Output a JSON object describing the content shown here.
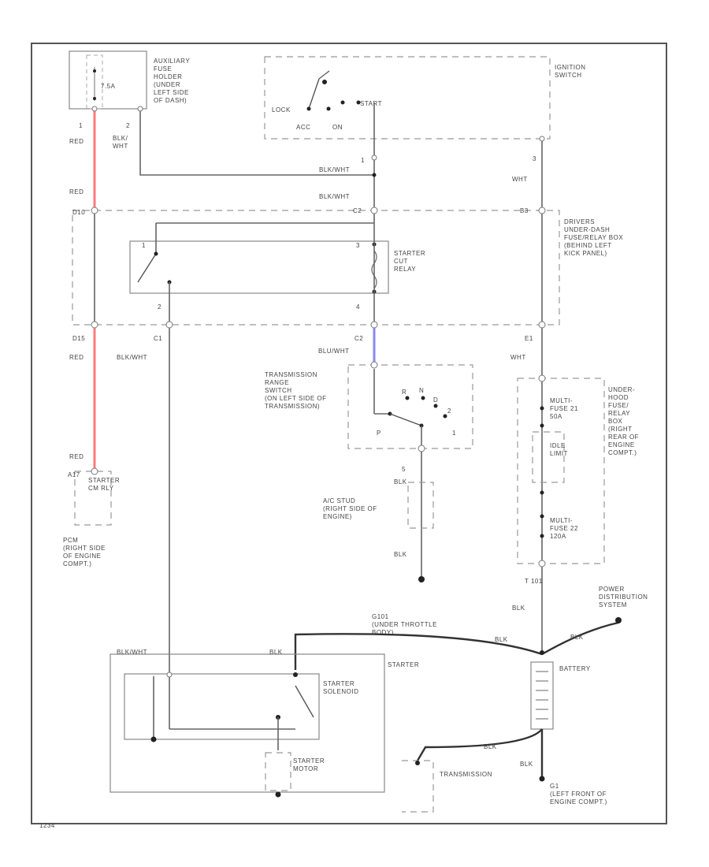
{
  "colors": {
    "red_wire": "#ff7b7b",
    "blue_wire": "#8a8af0",
    "ground_wire": "#333333"
  },
  "labels": {
    "fuse_aux": "AUXILIARY\nFUSE\nHOLDER\n(UNDER\nLEFT SIDE\nOF DASH)",
    "fuse_value": "7.5A",
    "ignition_switch": "IGNITION\nSWITCH",
    "ign_lock": "LOCK",
    "ign_acc": "ACC",
    "ign_on": "ON",
    "ign_start": "START",
    "pin_1a": "1",
    "pin_2a": "2",
    "red_1": "RED",
    "blk_wht_1": "BLK/\nWHT",
    "pin_1b": "1",
    "blkwht_2": "BLK/WHT",
    "pin_3": "3",
    "wht_1": "WHT",
    "red_2": "RED",
    "blkwht_3": "BLK/WHT",
    "conn_d10_top": "D10",
    "conn_c2_top": "C2",
    "conn_b3": "B3",
    "drivers_box": "DRIVERS\nUNDER-DASH\nFUSE/RELAY BOX\n(BEHIND LEFT\nKICK PANEL)",
    "starter_cut_relay": "STARTER\nCUT\nRELAY",
    "relay_pin_1": "1",
    "relay_pin_2": "2",
    "relay_pin_3": "3",
    "relay_pin_4": "4",
    "d15": "D15",
    "c1": "C1",
    "c2_bot": "C2",
    "e1": "E1",
    "red_3": "RED",
    "blkwht_4": "BLK/WHT",
    "blu_wht": "BLU/WHT",
    "wht_2": "WHT",
    "trans_range": "TRANSMISSION\nRANGE\nSWITCH\n(ON LEFT SIDE OF\nTRANSMISSION)",
    "trans_p": "P",
    "trans_r": "R",
    "trans_n": "N",
    "trans_d": "D",
    "trans_2": "2",
    "trans_1": "1",
    "pin_5": "5",
    "blk_1": "BLK",
    "ac_stud": "A/C STUD\n(RIGHT SIDE OF\nENGINE)",
    "blk_2": "BLK",
    "g101": "G101\n(UNDER THROTTLE\nBODY)",
    "underhood_box": "UNDER-\nHOOD\nFUSE/\nRELAY\nBOX\n(RIGHT\nREAR OF\nENGINE\nCOMPT.)",
    "multi_fuse_21": "MULTI-\nFUSE 21\n50A",
    "idle_limit": "IDLE\nLIMIT",
    "multi_fuse_22": "MULTI-\nFUSE 22\n120A",
    "red_4": "RED",
    "pcm_pin": "A17",
    "pcm_box": "STARTER\nCM RLY",
    "pcm": "PCM\n(RIGHT SIDE\nOF ENGINE\nCOMPT.)",
    "t101": "T 101",
    "blk_3": "BLK",
    "power_dist": "POWER\nDISTRIBUTION\nSYSTEM",
    "blk_4": "BLK",
    "blk_5": "BLK",
    "battery": "BATTERY",
    "blk_wht_5": "BLK/WHT",
    "blk_6": "BLK",
    "starter": "STARTER",
    "starter_solenoid": "STARTER\nSOLENOID",
    "starter_motor": "STARTER\nMOTOR",
    "blk_7": "BLK",
    "transmission": "TRANSMISSION",
    "blk_8": "BLK",
    "g1": "G1\n(LEFT FRONT OF\nENGINE COMPT.)",
    "ref": "1234"
  }
}
